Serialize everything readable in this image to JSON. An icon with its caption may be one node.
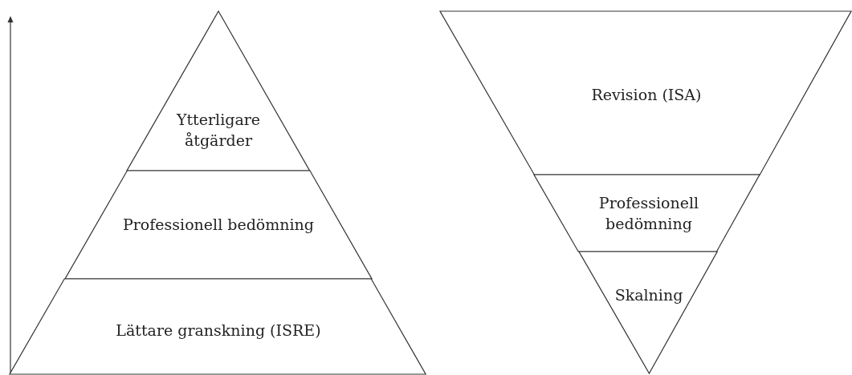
{
  "diagram": {
    "nodes": [
      {
        "text": [
          "Ytterligare åtgärder"
        ]
      },
      {
        "text": [
          "Professionell bedömning"
        ]
      },
      {
        "text": [
          "Lättare granskning (ISRE)"
        ]
      },
      {
        "text": [
          "Revision (ISA)"
        ]
      },
      {
        "text": [
          "Professionell bedömning"
        ]
      },
      {
        "text": [
          "Skalning"
        ]
      }
    ],
    "edges": []
  }
}
